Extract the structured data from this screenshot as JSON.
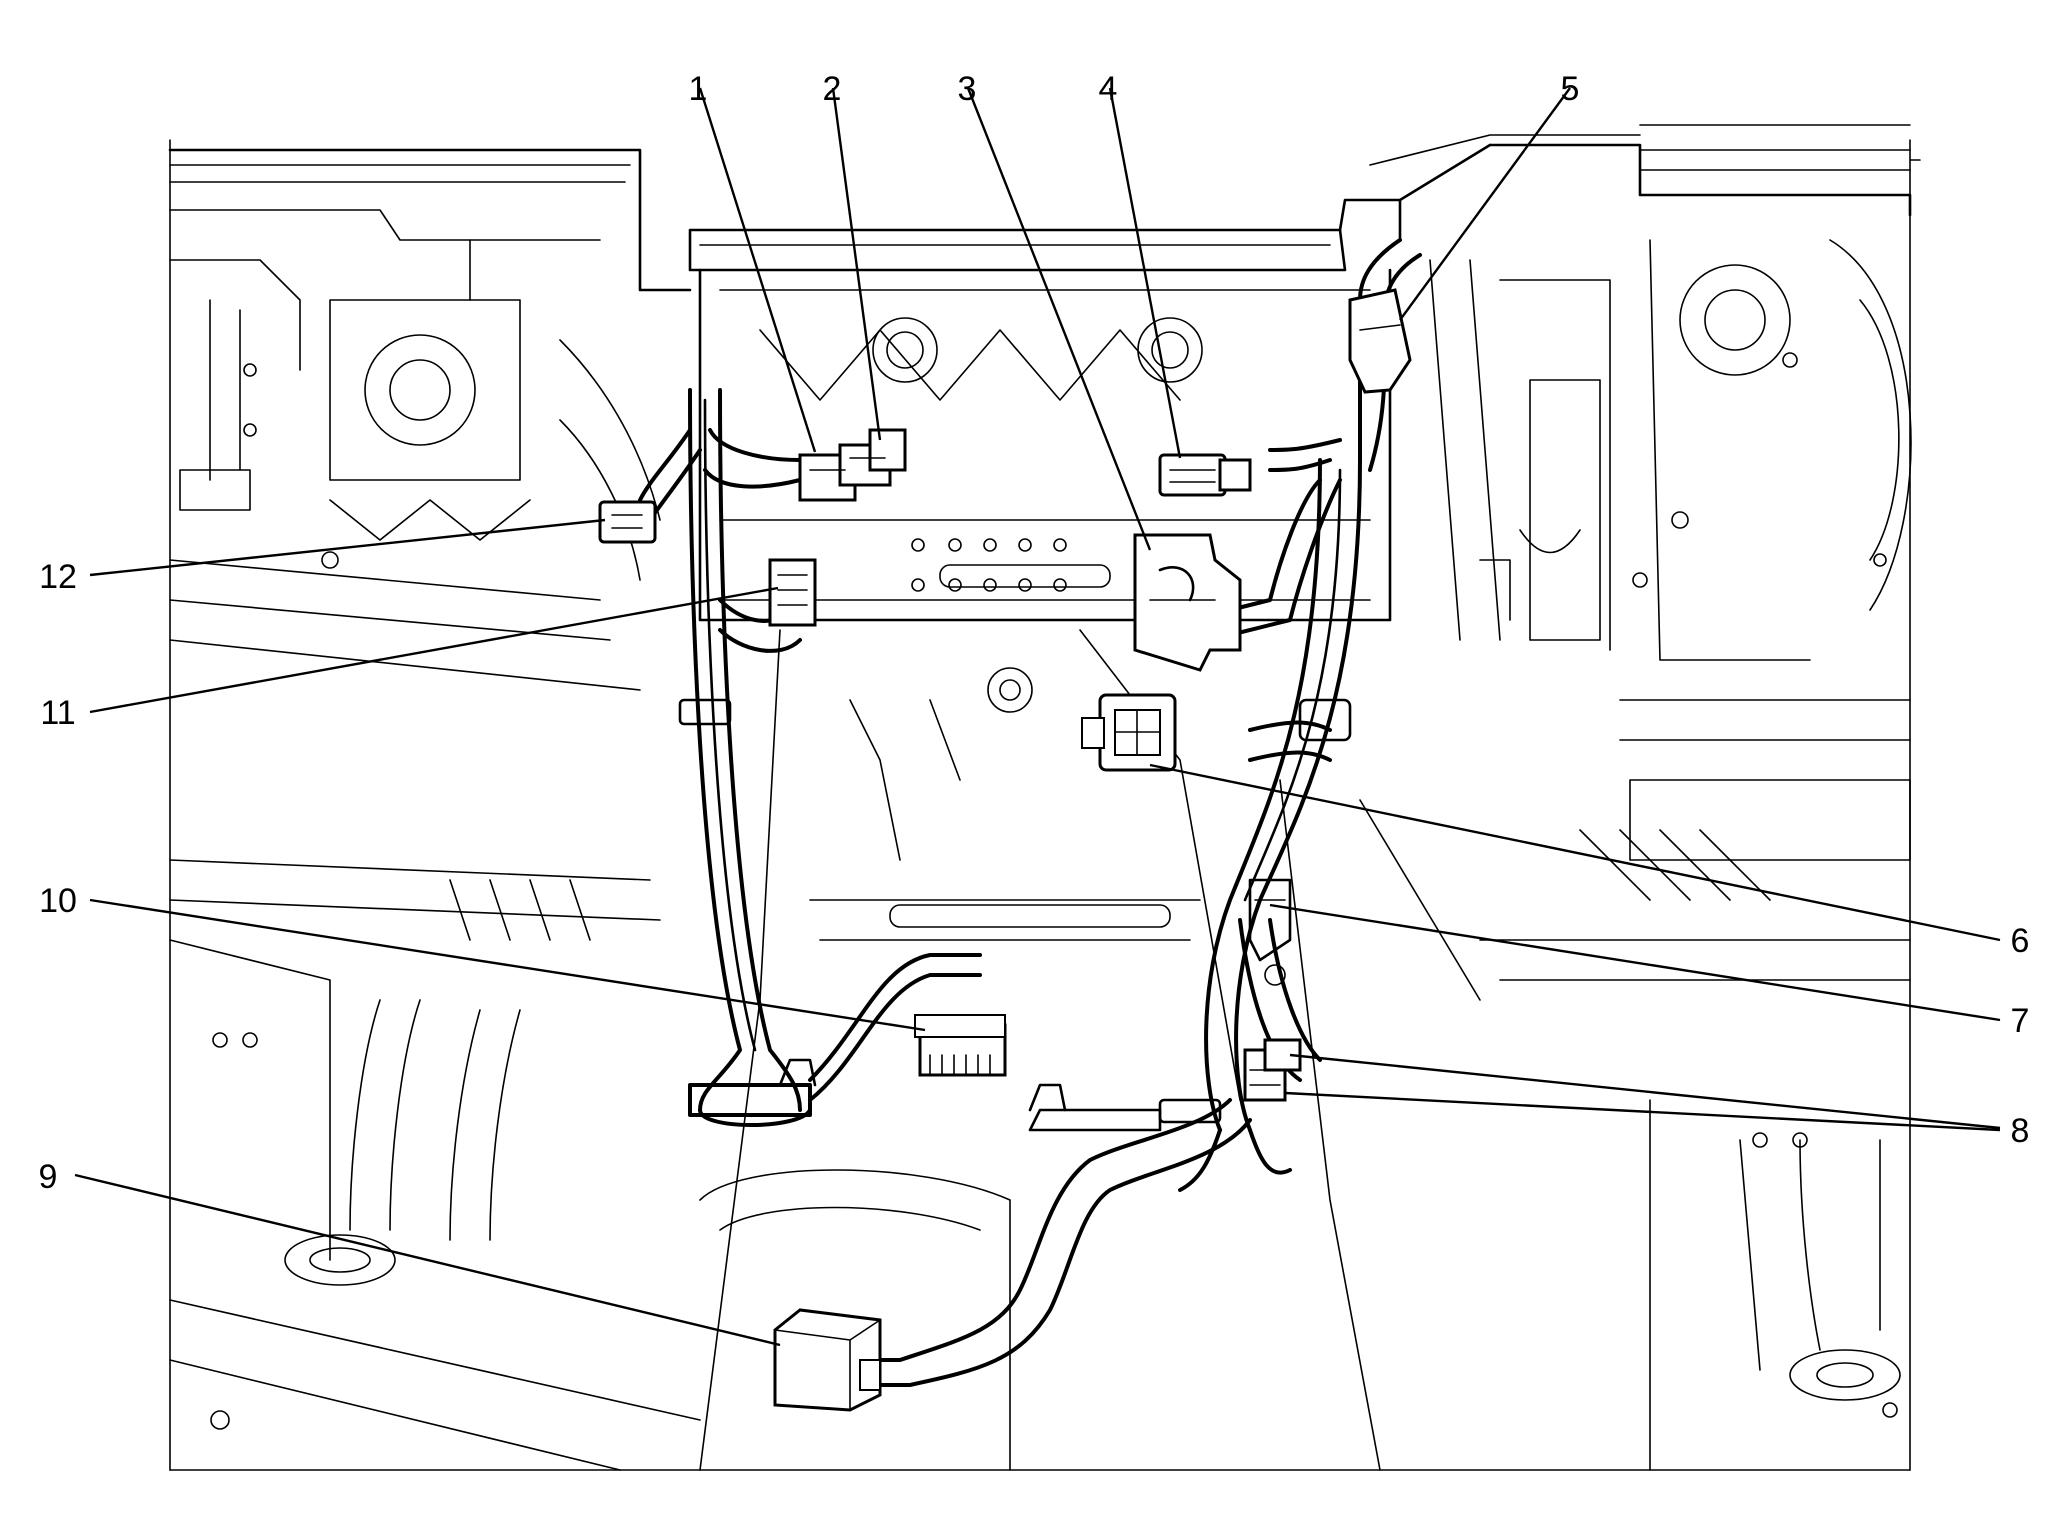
{
  "diagram": {
    "callouts": [
      {
        "id": "1",
        "text": "1"
      },
      {
        "id": "2",
        "text": "2"
      },
      {
        "id": "3",
        "text": "3"
      },
      {
        "id": "4",
        "text": "4"
      },
      {
        "id": "5",
        "text": "5"
      },
      {
        "id": "6",
        "text": "6"
      },
      {
        "id": "7",
        "text": "7"
      },
      {
        "id": "8",
        "text": "8"
      },
      {
        "id": "9",
        "text": "9"
      },
      {
        "id": "10",
        "text": "10"
      },
      {
        "id": "11",
        "text": "11"
      },
      {
        "id": "12",
        "text": "12"
      }
    ],
    "colors": {
      "ink": "#000000",
      "paper": "#ffffff",
      "fill": "#ffffff"
    }
  }
}
